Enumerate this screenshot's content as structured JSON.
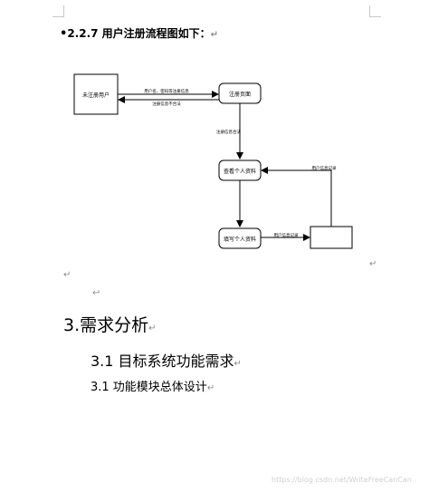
{
  "heading_227": {
    "bullet": "•",
    "text": "2.2.7 用户注册流程图如下："
  },
  "diagram": {
    "unregistered_user": "未注册用户",
    "register_page": "注册页面",
    "view_profile": "查看个人资料",
    "fill_profile": "填写个人资料",
    "msg_credentials": "用户名、密码等注册信息",
    "msg_invalid": "注册信息不合法",
    "msg_valid": "注册信息合法",
    "store_label_top": "用户信息记录",
    "store_label_bottom": "用户信息记录"
  },
  "heading_3": "3.需求分析",
  "heading_31": "3.1 目标系统功能需求",
  "subheading_31": "3.1 功能模块总体设计",
  "paragraph_mark": "↵",
  "small_mark": "↩",
  "watermark": "https://blog.csdn.net/WriteFreeCanCan"
}
